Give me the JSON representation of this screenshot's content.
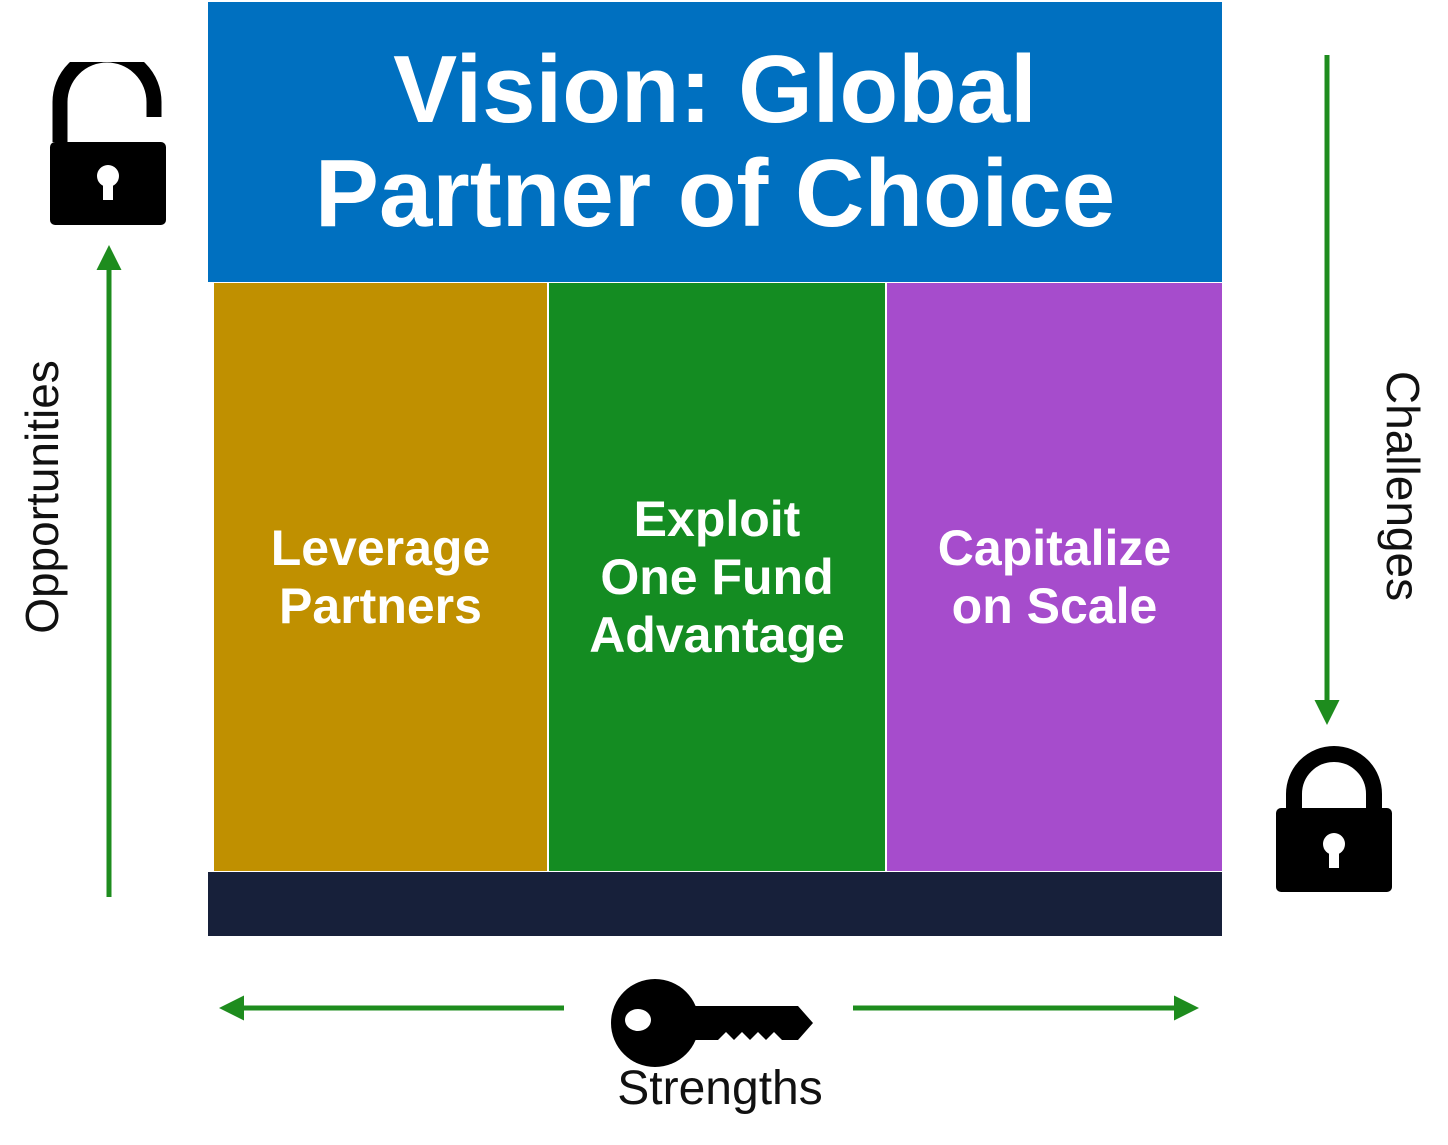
{
  "vision": {
    "title": "Vision:  Global\nPartner of Choice",
    "color": "#0070c0"
  },
  "pillars": [
    {
      "label": "Leverage\nPartners",
      "color": "#c09000"
    },
    {
      "label": "Exploit\nOne Fund\nAdvantage",
      "color": "#148c22"
    },
    {
      "label": "Capitalize\non Scale",
      "color": "#a64ccc"
    }
  ],
  "foundation": {
    "color": "#17203a"
  },
  "axes": {
    "left_label": "Opportunities",
    "right_label": "Challenges",
    "bottom_label": "Strengths",
    "arrow_color": "#1e8c1e"
  },
  "icons": {
    "left": "unlocked-padlock-icon",
    "right": "locked-padlock-icon",
    "bottom": "key-icon"
  }
}
